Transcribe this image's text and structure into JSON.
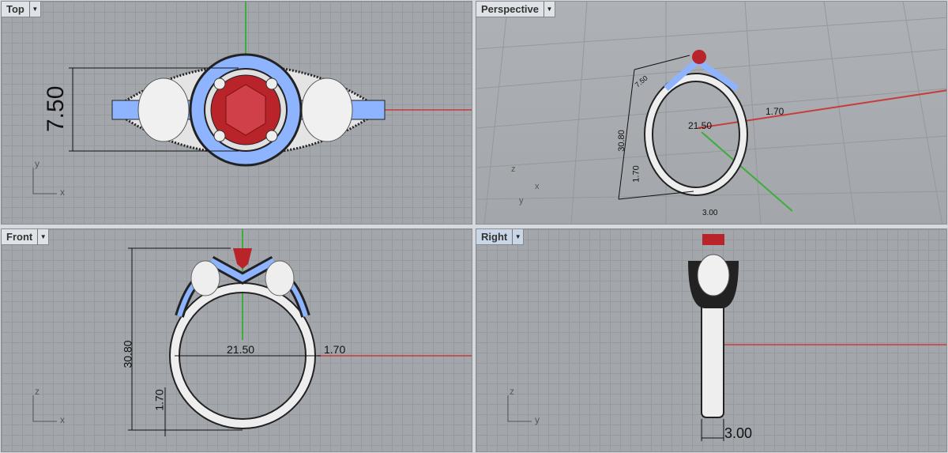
{
  "viewports": {
    "top": {
      "label": "Top",
      "dims": {
        "height": "7.50"
      },
      "axes": {
        "a": "y",
        "b": "x"
      }
    },
    "perspective": {
      "label": "Perspective",
      "dims": {
        "height": "30.80",
        "width": "21.50",
        "thickness": "1.70",
        "band": "1.70",
        "bottom": "3.00",
        "head": "7.50"
      },
      "axes": {
        "a": "z",
        "b": "x",
        "c": "y"
      }
    },
    "front": {
      "label": "Front",
      "dims": {
        "height": "30.80",
        "width": "21.50",
        "thickness": "1.70",
        "band": "1.70"
      },
      "axes": {
        "a": "z",
        "b": "x"
      }
    },
    "right": {
      "label": "Right",
      "dims": {
        "bottom": "3.00"
      },
      "axes": {
        "a": "z",
        "b": "y"
      }
    }
  },
  "colors": {
    "x_axis": "#c83c3c",
    "y_axis": "#3cae3c",
    "gem": "#b8242a",
    "pave": "#8fb4ff"
  }
}
